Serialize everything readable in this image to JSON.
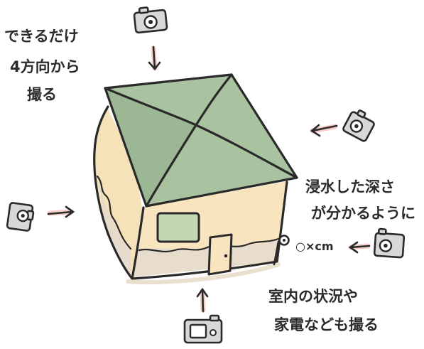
{
  "captions": {
    "angles": [
      "できるだけ",
      "4方向から",
      "撮る"
    ],
    "depth": [
      "浸水した深さ",
      "が分かるように"
    ],
    "gauge": "○×cm",
    "interior": [
      "室内の状況や",
      "家電なども撮る"
    ]
  },
  "icons": {
    "camera": "camera-icon",
    "arrow": "arrow-icon",
    "gauge_pin": "gauge-pin-icon"
  },
  "colors": {
    "roof": "#a9c3a0",
    "wall": "#f6e2b8",
    "wall_front": "#f8e4bf",
    "flood": "#e6dccd",
    "window": "#c2d8b4",
    "outline": "#2a2a2a",
    "arrow_glow": "#f2a79a",
    "camera": "#d8d8d8"
  }
}
